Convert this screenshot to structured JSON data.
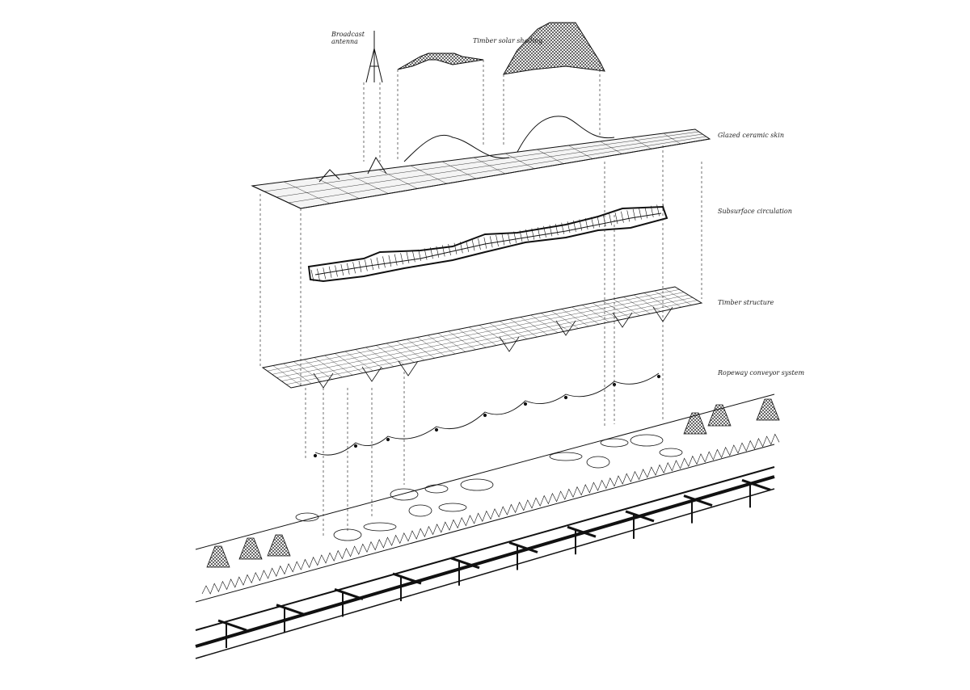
{
  "labels": {
    "broadcast_antenna_line1": "Broadcast",
    "broadcast_antenna_line2": "antenna",
    "timber_solar_shading": "Timber solar shading",
    "glazed_ceramic_skin": "Glazed ceramic skin",
    "subsurface_circulation": "Subsurface circulation",
    "timber_structure": "Timber structure",
    "ropeway_conveyor_system": "Ropeway conveyor system"
  },
  "colors": {
    "background": "#ffffff",
    "ink": "#111111"
  }
}
